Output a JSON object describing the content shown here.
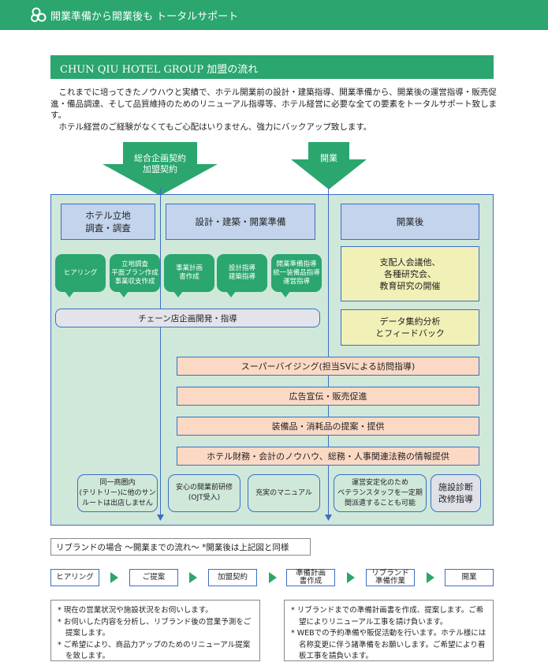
{
  "header": {
    "title": "開業準備から開業後も トータルサポート"
  },
  "section": {
    "title": "CHUN QIU HOTEL GROUP 加盟の流れ"
  },
  "intro": [
    "これまでに培ってきたノウハウと実績で、ホテル開業前の設計・建築指導、開業準備から、開業後の運営指導・販売促進・備品調達、そして品質維持のためのリニューアル指導等、ホテル経営に必要な全ての要素をトータルサポート致します。",
    "ホテル経営のご経験がなくてもご心配はいりません、強力にバックアップ致します。"
  ],
  "arrows": {
    "contract": "総合企画契約\n加盟契約",
    "open": "開業"
  },
  "columns": {
    "location": "ホテル立地\n調査・調査",
    "design": "設計・建築・開業準備",
    "after": "開業後"
  },
  "bubbles": [
    "ヒアリング",
    "立地調査\n平面プラン作成\n事業収支作成",
    "事業計画\n書作成",
    "設計指導\n建築指導",
    "開業準備指導\n統一装備品指導\n運営指導"
  ],
  "chain": "チェーン店企画開発・指導",
  "after_boxes": [
    "支配人会議他、\n各種研究会、\n教育研究の開催",
    "データ集約分析\nとフィードバック"
  ],
  "services": [
    "スーパーバイジング(担当SVによる訪問指導)",
    "広告宣伝・販売促進",
    "装備品・消耗品の提案・提供",
    "ホテル財務・会計のノウハウ、総務・人事関連法務の情報提供"
  ],
  "bottom_boxes": [
    "同一商圏内\n(テリトリー)に他のサン\nルートは出店しません",
    "安心の開業前研修\n(OJT受入)",
    "充実のマニュアル",
    "運営安定化のため\nベテランスタッフを一定期\n間派遣することも可能",
    "施設診断\n改修指導"
  ],
  "rebrand": {
    "title": "リブランドの場合 〜開業までの流れ〜 *開業後は上記図と同様",
    "steps": [
      "ヒアリング",
      "ご提案",
      "加盟契約",
      "準備計画\n書作成",
      "リブランド\n準備作業",
      "開業"
    ],
    "notes_left": [
      "現在の営業状況や施設状況をお伺いします。",
      "お伺いした内容を分析し、リブランド後の営業予測をご提案します。",
      "ご希望により、商品力アップのためのリニューアル提案を致します。"
    ],
    "notes_right": [
      "リブランドまでの準備計画書を作成、提案します。ご希望によりリニューアル工事を請け負います。",
      "WEBでの予約準備や販促活動を行います。ホテル様には名称変更に伴う諸準備をお願いします。ご希望により看板工事を請負います。"
    ]
  },
  "colors": {
    "green": "#2aa66e",
    "blue": "#3b6fc4",
    "diagram_bg": "#cfe8da"
  }
}
